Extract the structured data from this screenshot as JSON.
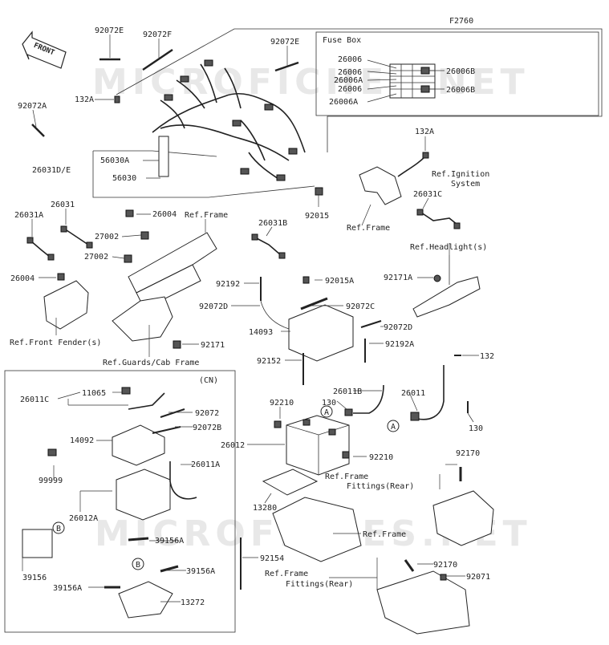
{
  "diagram": {
    "code": "F2760",
    "front_label": "FRONT",
    "watermark": "MICROFICHES.NET",
    "fuse_box_title": "Fuse Box",
    "cn_label": "(CN)",
    "circle_a": "A",
    "circle_b": "B"
  },
  "parts": [
    "92072E",
    "92072F",
    "92072E",
    "92072A",
    "132A",
    "26006",
    "26006",
    "26006A",
    "26006",
    "26006A",
    "26006B",
    "26006B",
    "56030A",
    "56030",
    "26031D/E",
    "26004",
    "92015",
    "132A",
    "26031C",
    "26031A",
    "26031",
    "27002",
    "27002",
    "26031B",
    "26004",
    "92192",
    "92015A",
    "92072D",
    "92072C",
    "14093",
    "92072D",
    "92192A",
    "92171A",
    "92171",
    "92152",
    "11065",
    "26011C",
    "92072",
    "92072B",
    "14092",
    "26011A",
    "99999",
    "26012A",
    "39156A",
    "39156",
    "39156A",
    "39156A",
    "13272",
    "92210",
    "26011B",
    "130",
    "26011",
    "132",
    "130",
    "26012",
    "92210",
    "92170",
    "13280",
    "92154",
    "92170",
    "92071"
  ],
  "references": [
    "Ref.Frame",
    "Ref.Ignition",
    "System",
    "Ref.Frame",
    "Ref.Headlight(s)",
    "Ref.Front Fender(s)",
    "Ref.Guards/Cab Frame",
    "Ref.Frame",
    "Fittings(Rear)",
    "Ref.Frame",
    "Ref.Frame",
    "Fittings(Rear)"
  ]
}
